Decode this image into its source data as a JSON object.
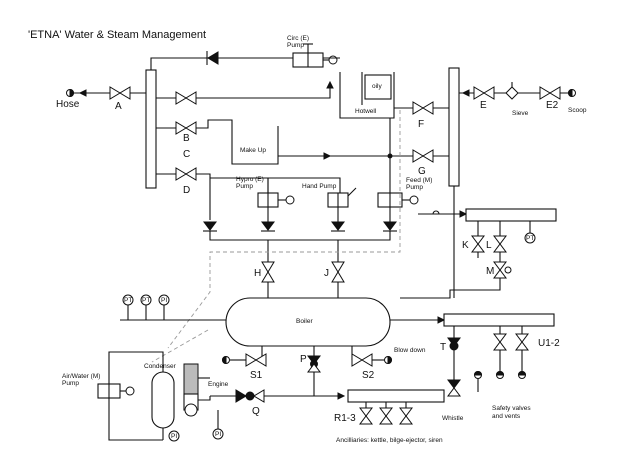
{
  "title": "'ETNA'  Water & Steam Management",
  "labels": {
    "hose": "Hose",
    "scoop": "Scoop",
    "sieve": "Sieve",
    "circ_pump": "Circ (E)\nPump",
    "hotwell": "Hotwell",
    "oily": "oily",
    "make_up": "Make Up",
    "hypro_pump": "Hypro (E)\nPump",
    "hand_pump": "Hand Pump",
    "feed_pump": "Feed (M)\nPump",
    "boiler": "Boiler",
    "condenser": "Condenser",
    "engine": "Engine",
    "air_water_pump": "Air/Water (M)\nPump",
    "blow_down": "Blow down",
    "whistle": "Whistle",
    "safety_valves": "Safety valves\nand vents",
    "ancillaries": "Ancilliaries: kettle, bilge-ejector, siren"
  },
  "valves": {
    "A": "A",
    "B": "B",
    "C": "C",
    "D": "D",
    "E": "E",
    "E2": "E2",
    "F": "F",
    "G": "G",
    "H": "H",
    "J": "J",
    "K": "K",
    "L": "L",
    "M": "M",
    "P": "P",
    "Q": "Q",
    "S1": "S1",
    "S2": "S2",
    "T": "T",
    "U12": "U1-2",
    "R13": "R1-3"
  },
  "gauges": {
    "pt": "PT",
    "pi": "PI"
  }
}
